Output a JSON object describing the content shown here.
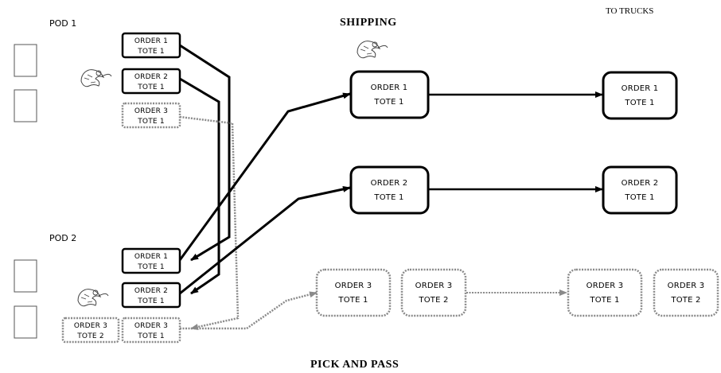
{
  "labels": {
    "pod1": "POD 1",
    "pod2": "POD 2",
    "shipping": "SHIPPING",
    "to_trucks": "TO TRUCKS",
    "footer": "PICK AND PASS"
  },
  "pod1_totes": [
    {
      "order": "ORDER 1",
      "tote": "TOTE 1"
    },
    {
      "order": "ORDER 2",
      "tote": "TOTE 1"
    },
    {
      "order": "ORDER 3",
      "tote": "TOTE 1"
    }
  ],
  "pod2_totes": [
    {
      "order": "ORDER 1",
      "tote": "TOTE 1"
    },
    {
      "order": "ORDER 2",
      "tote": "TOTE 1"
    },
    {
      "order": "ORDER 3",
      "tote": "TOTE 2"
    },
    {
      "order": "ORDER 3",
      "tote": "TOTE 1"
    }
  ],
  "shipping_totes": [
    {
      "order": "ORDER 1",
      "tote": "TOTE 1"
    },
    {
      "order": "ORDER 2",
      "tote": "TOTE 1"
    },
    {
      "order": "ORDER 3",
      "tote": "TOTE 1"
    },
    {
      "order": "ORDER 3",
      "tote": "TOTE 2"
    }
  ],
  "truck_totes": [
    {
      "order": "ORDER 1",
      "tote": "TOTE 1"
    },
    {
      "order": "ORDER 2",
      "tote": "TOTE 1"
    },
    {
      "order": "ORDER 3",
      "tote": "TOTE 1"
    },
    {
      "order": "ORDER 3",
      "tote": "TOTE 2"
    }
  ],
  "colors": {
    "solid": "#000000",
    "dotted": "#8a8a8a"
  }
}
